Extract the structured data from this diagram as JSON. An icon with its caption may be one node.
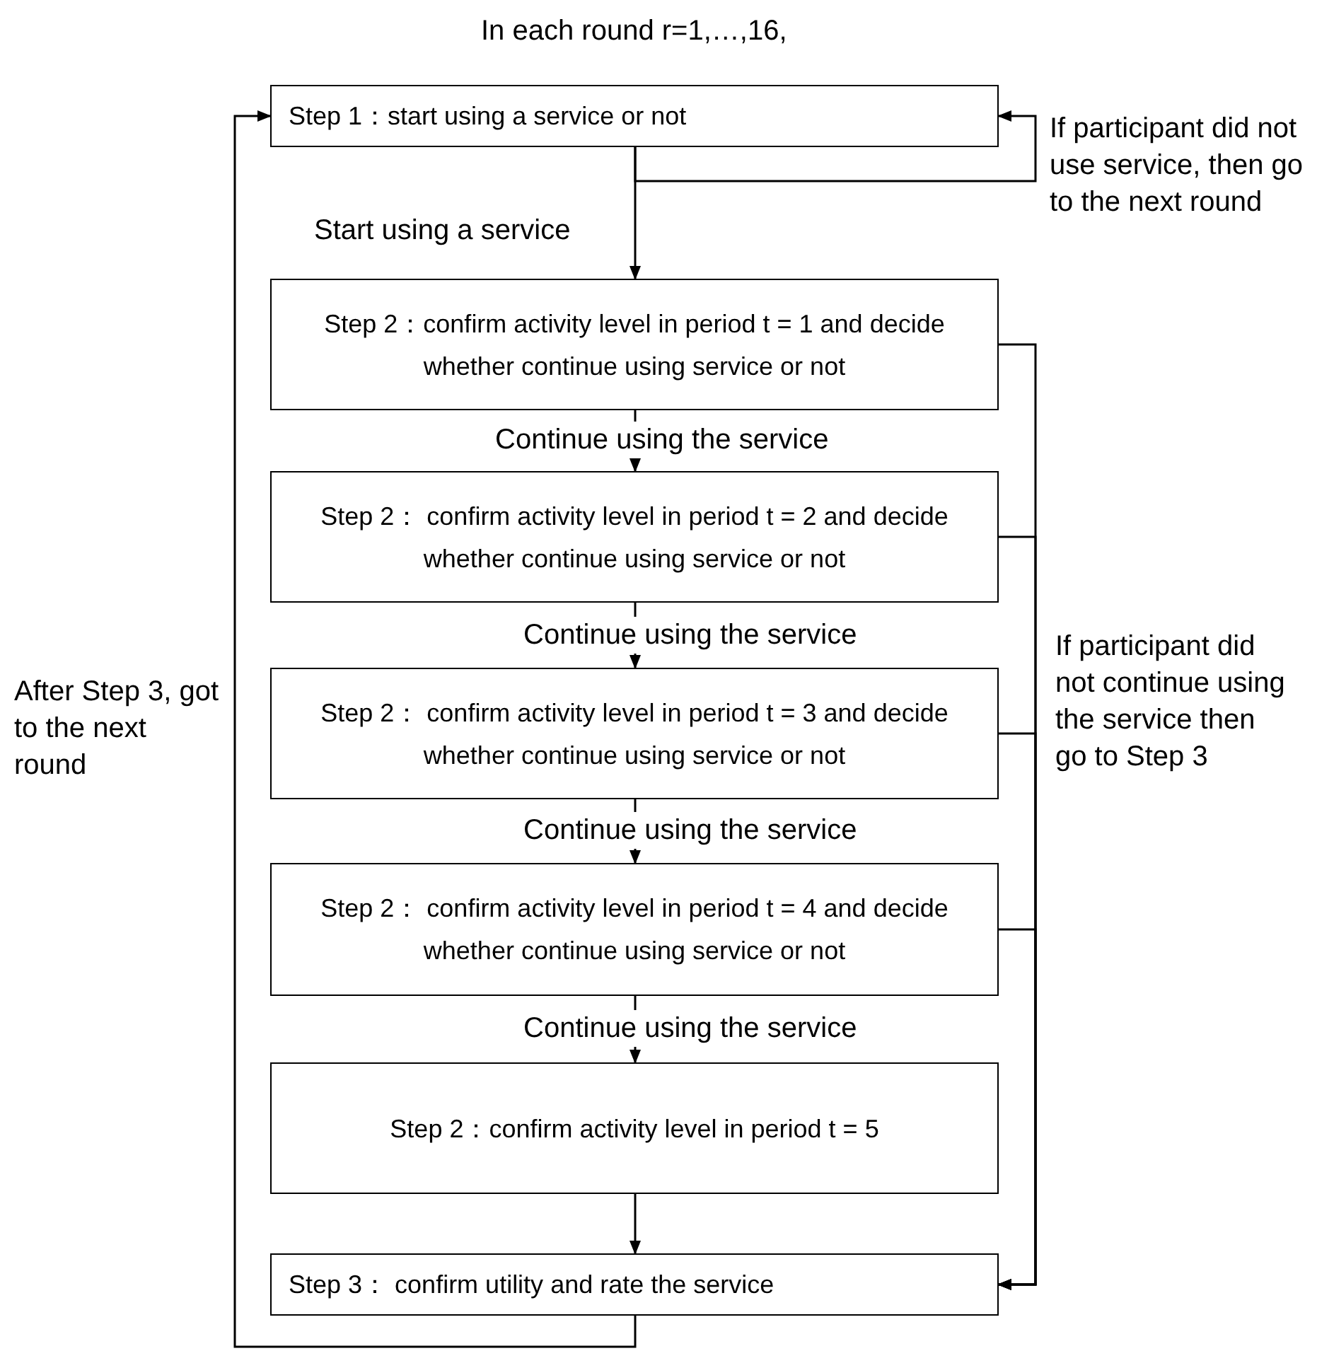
{
  "diagram": {
    "title": "In each round r=1,…,16,",
    "nodes": [
      {
        "text": [
          "Step 1：start using a service or not"
        ]
      },
      {
        "text": [
          "Step 2：confirm activity level in period t = 1 and decide whether continue using service or not"
        ]
      },
      {
        "text": [
          "Step 2： confirm activity level in period t = 2 and decide whether continue using service or not"
        ]
      },
      {
        "text": [
          "Step 2： confirm activity level in period t = 3 and decide whether continue using service or not"
        ]
      },
      {
        "text": [
          "Step 2： confirm activity level in period t = 4 and decide whether continue using service or not"
        ]
      },
      {
        "text": [
          "Step 2：confirm activity level in period t = 5"
        ]
      },
      {
        "text": [
          "Step 3： confirm utility and rate the service"
        ]
      }
    ],
    "edges": [
      {
        "from": 0,
        "to": 1,
        "arrow": "to",
        "label": "Start using a service"
      },
      {
        "from": 0,
        "to": 0,
        "arrow": "to",
        "label": "If participant did not use service, then go to the next round"
      },
      {
        "from": 1,
        "to": 2,
        "arrow": "to",
        "label": "Continue using the service"
      },
      {
        "from": 2,
        "to": 3,
        "arrow": "to",
        "label": "Continue using the service"
      },
      {
        "from": 3,
        "to": 4,
        "arrow": "to",
        "label": "Continue using the service"
      },
      {
        "from": 4,
        "to": 5,
        "arrow": "to",
        "label": "Continue using the service"
      },
      {
        "from": 5,
        "to": 6,
        "arrow": "to"
      },
      {
        "from": 1,
        "to": 6,
        "arrow": "to"
      },
      {
        "from": 2,
        "to": 6,
        "arrow": "to"
      },
      {
        "from": 3,
        "to": 6,
        "arrow": "to"
      },
      {
        "from": 4,
        "to": 6,
        "arrow": "to"
      },
      {
        "from": 6,
        "to": 0,
        "arrow": "to",
        "label": "After Step 3, got to the next round"
      }
    ],
    "labels": [
      "If participant did not continue using the service then go to Step 3"
    ]
  }
}
